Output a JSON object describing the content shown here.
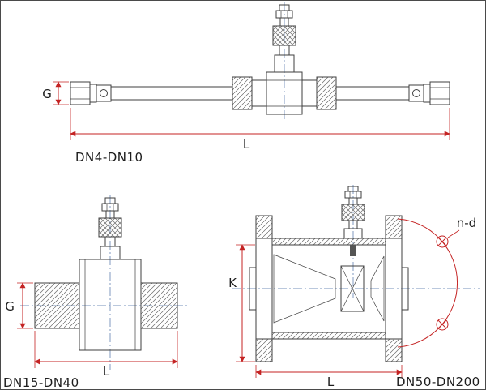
{
  "colors": {
    "outline": "#3f3f3f",
    "dimension": "#c42323",
    "centerline": "#4a6fa5",
    "text": "#1d1d1d",
    "background": "#ffffff"
  },
  "drawings": {
    "dn4_dn10": {
      "caption": "DN4-DN10",
      "dim_width_label": "G",
      "dim_length_label": "L"
    },
    "dn15_dn40": {
      "caption": "DN15-DN40",
      "dim_width_label": "G",
      "dim_length_label": "L"
    },
    "dn50_dn200": {
      "caption": "DN50-DN200",
      "dim_height_label": "K",
      "dim_length_label": "L",
      "bolt_holes_label": "n-d"
    }
  }
}
